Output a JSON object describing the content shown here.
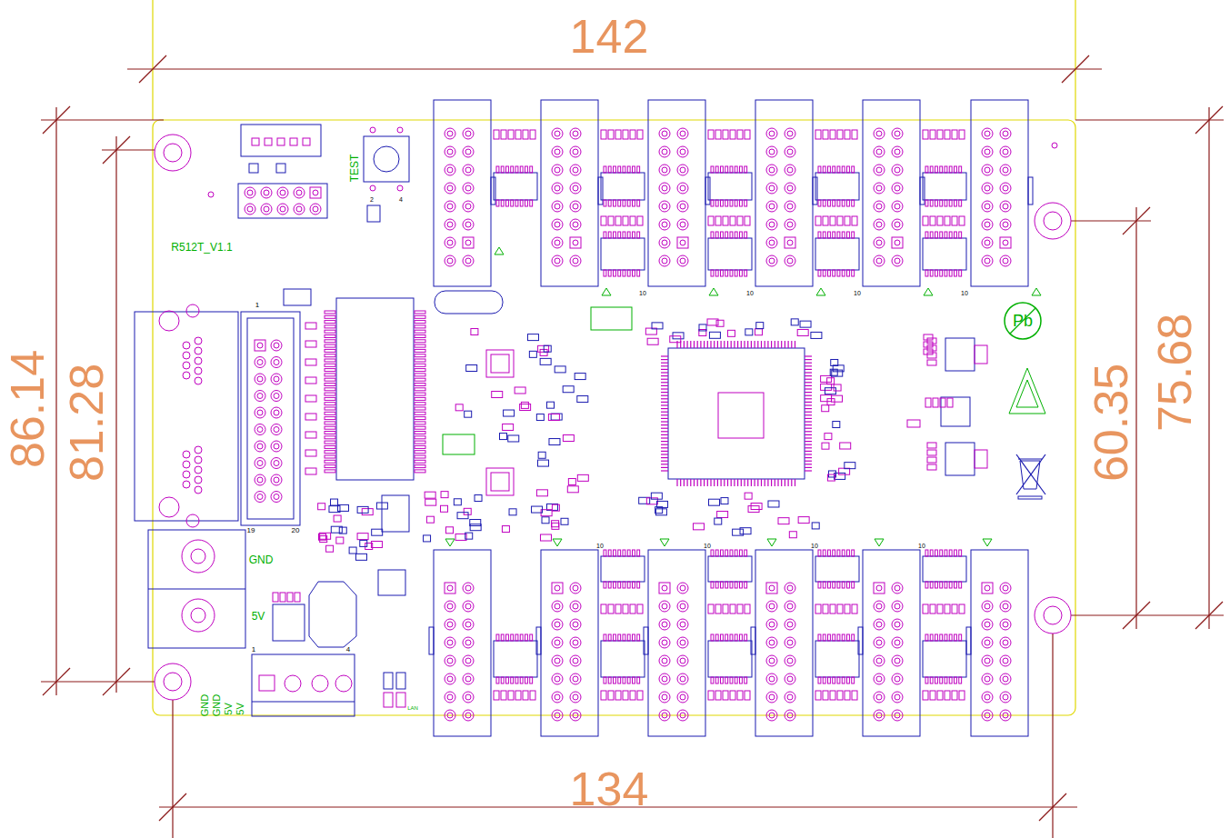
{
  "diagram": {
    "labels": [
      "142",
      "134",
      "86.14",
      "81.28",
      "60.35",
      "75.68",
      "R512T_V1.1",
      "TEST",
      "GND",
      "5V",
      "GND",
      "GND",
      "5V",
      "5V",
      "Pb",
      "1",
      "19",
      "20",
      "1",
      "4",
      "LAN",
      "2",
      "4",
      "10",
      "10",
      "10",
      "10",
      "10",
      "10",
      "10",
      "10"
    ]
  }
}
